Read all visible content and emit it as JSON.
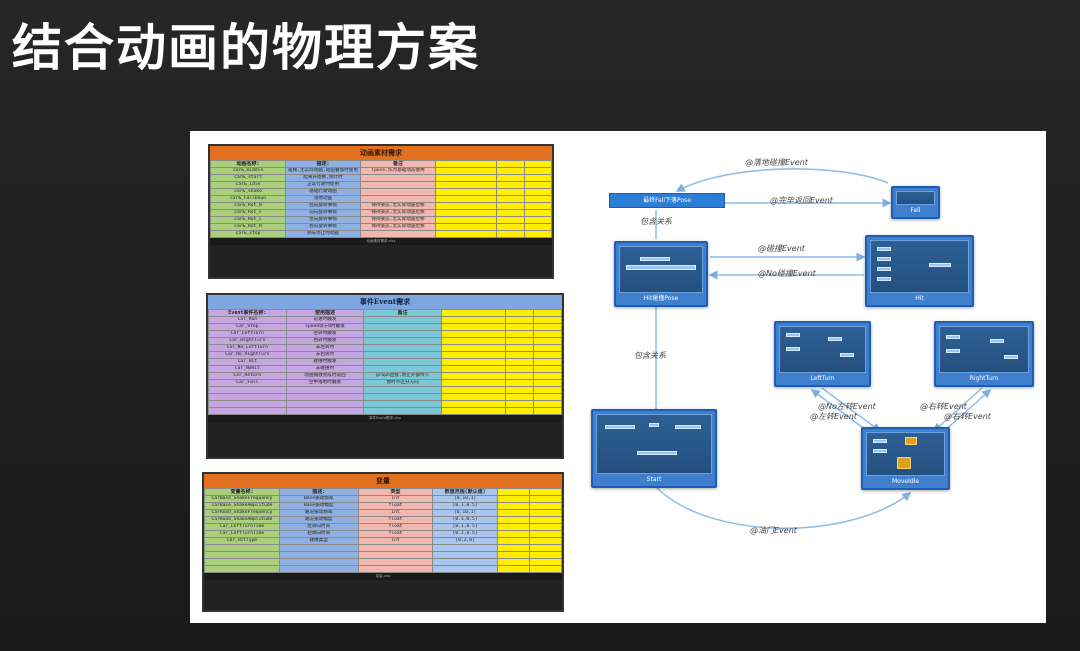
{
  "slide": {
    "title": "结合动画的物理方案"
  },
  "anim_table": {
    "title": "动画素材需求",
    "headers": [
      "动画名称:",
      "描述:",
      "备注",
      "",
      "",
      ""
    ],
    "rows": [
      [
        "car&_middle",
        "差帧,无实际动画,动画叠加时使用",
        "Tpose,作为基础动态使用"
      ],
      [
        "car&_start",
        "起离开始帧,倒计时",
        ""
      ],
      [
        "car&_idle",
        "正常行驶时使用",
        ""
      ],
      [
        "car&_shake",
        "基础行驶动画",
        ""
      ],
      [
        "car&_FallDown",
        "落地动画",
        ""
      ],
      [
        "car&_Rot_B",
        "后向旋转事帧",
        "保持姿态,无实际动画位移"
      ],
      [
        "car&_Rot_F",
        "前向旋转事帧",
        "保持姿态,无实际动画位移"
      ],
      [
        "car&_Rot_L",
        "左向旋转事帧",
        "保持姿态,无实际动画位移"
      ],
      [
        "car&_Rot_R",
        "右向旋转事帧",
        "保持姿态,无实际动画位移"
      ],
      [
        "car&_stop",
        "到车停止时动画",
        ""
      ]
    ],
    "footer": "动画素材需求.xlsx"
  },
  "event_table": {
    "title": "事件Event需求",
    "headers": [
      "Event事件名称:",
      "使用描述",
      "备注",
      "",
      "",
      ""
    ],
    "rows": [
      [
        "Car_Run",
        "前进时触发",
        ""
      ],
      [
        "Car_Stop",
        "speed等于0时触发",
        ""
      ],
      [
        "Car_LeftTurn",
        "左转时触发",
        ""
      ],
      [
        "Car_RightTurn",
        "右转时触发",
        ""
      ],
      [
        "Car_No_LeftTurn",
        "非左转时",
        ""
      ],
      [
        "Car_No_RightTurn",
        "非右转时",
        ""
      ],
      [
        "Car_Hit",
        "碰撞时触发",
        ""
      ],
      [
        "Car_NoHit",
        "非碰撞时",
        ""
      ],
      [
        "Car_Return",
        "动画播放完成时返回",
        "graph直接,防止外部传入"
      ],
      [
        "Car_Fall",
        "空中落地时触发",
        "暂时不区分方向"
      ],
      [
        "",
        "",
        ""
      ],
      [
        "",
        "",
        ""
      ],
      [
        "",
        "",
        ""
      ],
      [
        "",
        "",
        ""
      ]
    ],
    "footer": "事件Event需求.xlsx"
  },
  "var_table": {
    "title": "变量",
    "headers": [
      "变量名称:",
      "描述:",
      "类型",
      "数值范围(默认值)",
      "",
      ""
    ],
    "rows": [
      [
        "CarBase_ShakeFrequency",
        "Base振动频率",
        "int",
        "[0,10,1]"
      ],
      [
        "CarBase_ShakeAmplitude",
        "Base振动幅度",
        "float",
        "[0.1,0.5]"
      ],
      [
        "CarRoad_ShakeFrequency",
        "路况振动频率",
        "int",
        "[0,10,1]"
      ],
      [
        "CarRoad_ShakeAmplitude",
        "路况振动幅度",
        "float",
        "[0.1,0.5]"
      ],
      [
        "Car_LeftTurnTime",
        "左转向时间",
        "float",
        "[0.1,0.5]"
      ],
      [
        "Car_LeftTurnTime",
        "右转向时间",
        "float",
        "[0.1,0.5]"
      ],
      [
        "Car_HitType",
        "碰撞类型",
        "int",
        "[0,2,0]"
      ],
      [
        "",
        "",
        "",
        ""
      ],
      [
        "",
        "",
        "",
        ""
      ],
      [
        "",
        "",
        "",
        ""
      ],
      [
        "",
        "",
        "",
        ""
      ]
    ],
    "footer": "变量.xlsx"
  },
  "diagram": {
    "nodes": {
      "fall_bar": "最终Fall下落Pose",
      "fall": "Fall",
      "hit_pose": "Hit碰撞Pose",
      "hit": "Hit",
      "left_turn": "LeftTurn",
      "right_turn": "RightTurn",
      "start": "Start",
      "move_idle": "MoveIdle"
    },
    "edges": {
      "fall_event": "@落地碰撞Event",
      "return_event": "@完毕返回Event",
      "contain_1": "包含关系",
      "hit_event": "@碰撞Event",
      "nohit_event": "@No碰撞Event",
      "contain_2": "包含关系",
      "no_left_event": "@No左转Event",
      "left_event": "@左转Event",
      "right_event_1": "@右转Event",
      "right_event_2": "@右转Event",
      "throttle_event": "@油门Event"
    }
  }
}
